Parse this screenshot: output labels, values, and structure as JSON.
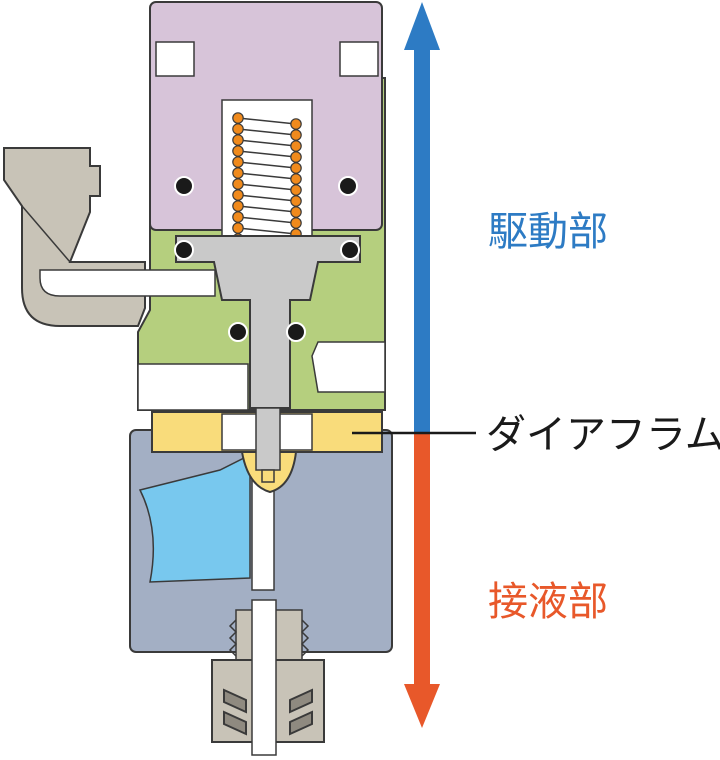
{
  "labels": {
    "drive": "駆動部",
    "diaphragm": "ダイアフラム",
    "wetted": "接液部"
  },
  "colors": {
    "drive": "#2d7bc4",
    "wetted": "#e8582a",
    "actuator_cap": "#d7c4d9",
    "housing": "#b5cf7e",
    "diaphragm": "#f9dc7b",
    "body": "#a3afc4",
    "fluid": "#78c8ee",
    "fitting": "#c8c3b7",
    "stem": "#c9c9c9",
    "spring": "#f08a1c",
    "outline": "#3a3a3a"
  }
}
